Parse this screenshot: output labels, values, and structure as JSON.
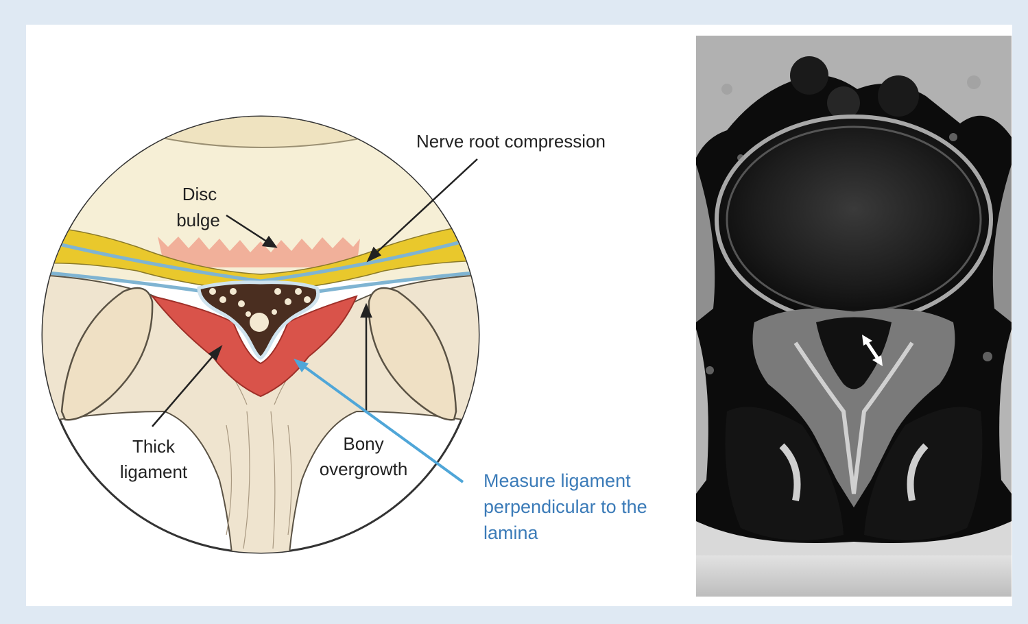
{
  "labels": {
    "disc_bulge_line1": "Disc",
    "disc_bulge_line2": "bulge",
    "nerve_root": "Nerve root compression",
    "thick_ligament_line1": "Thick",
    "thick_ligament_line2": "ligament",
    "bony_line1": "Bony",
    "bony_line2": "overgrowth",
    "measure_line1": "Measure ligament",
    "measure_line2": "perpendicular to the",
    "measure_line3": "lamina"
  },
  "colors": {
    "background_border": "#dfe9f3",
    "panel": "#ffffff",
    "disc": "#f6efd6",
    "ligament": "#d9534a",
    "ligament_edge": "#f0a58f",
    "fat_yellow": "#e9c82c",
    "dura": "#cfe3ee",
    "bone": "#efe4cf",
    "measure_arrow": "#4fa6d8",
    "label_text": "#222222",
    "measure_text": "#3b7bb8",
    "mri_background": "#0c0c0c"
  },
  "icons": {
    "mri_arrow": "double-headed-arrow-icon"
  }
}
